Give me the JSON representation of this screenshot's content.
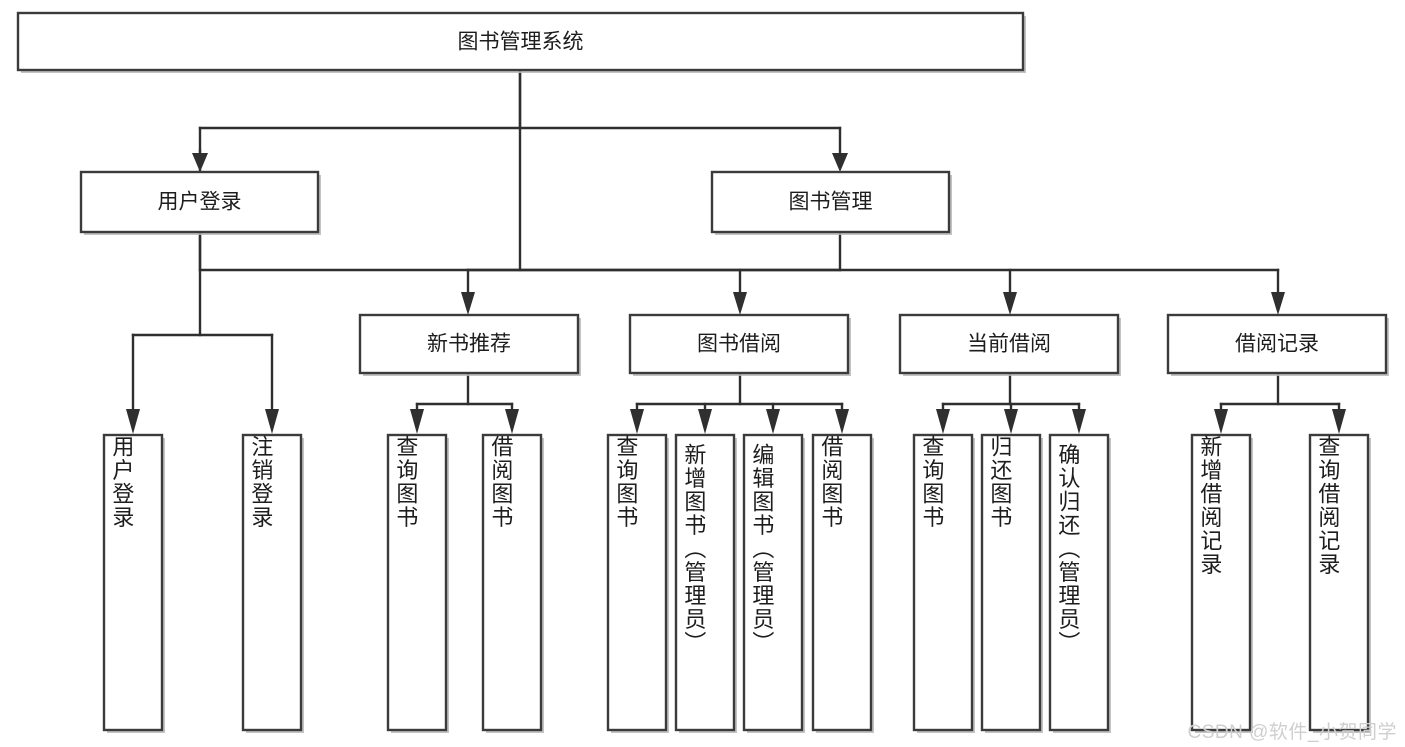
{
  "diagram": {
    "title": "图书管理系统",
    "type": "tree-hierarchy",
    "watermark": "CSDN @软件_小贺同学",
    "colors": {
      "background": "#ffffff",
      "box_fill": "#ffffff",
      "box_stroke": "#3b3b3b",
      "connector": "#2f2f2f",
      "text": "#1d1d1d",
      "watermark": "#cfcfcf"
    },
    "levels": [
      {
        "level": 0,
        "name": "root"
      },
      {
        "level": 1,
        "name": "modules"
      },
      {
        "level": 2,
        "name": "sub-modules"
      },
      {
        "level": 3,
        "name": "functions"
      }
    ],
    "nodes": {
      "root": {
        "label": "图书管理系统",
        "orientation": "horizontal"
      },
      "l1": [
        {
          "id": "user-login",
          "label": "用户登录",
          "orientation": "horizontal"
        },
        {
          "id": "book-manage",
          "label": "图书管理",
          "orientation": "horizontal"
        }
      ],
      "l2": [
        {
          "id": "new-book-recommend",
          "label": "新书推荐",
          "orientation": "horizontal",
          "parent": "book-manage"
        },
        {
          "id": "book-borrow",
          "label": "图书借阅",
          "orientation": "horizontal",
          "parent": "book-manage"
        },
        {
          "id": "current-borrow",
          "label": "当前借阅",
          "orientation": "horizontal",
          "parent": "book-manage"
        },
        {
          "id": "borrow-record",
          "label": "借阅记录",
          "orientation": "horizontal",
          "parent": "book-manage"
        }
      ],
      "leaves": [
        {
          "id": "leaf-user-login",
          "label": "用户登录",
          "orientation": "vertical",
          "parent": "user-login",
          "align": "middle"
        },
        {
          "id": "leaf-user-logout",
          "label": "注销登录",
          "orientation": "vertical",
          "parent": "user-login",
          "align": "middle"
        },
        {
          "id": "leaf-query-book-1",
          "label": "查询图书",
          "orientation": "vertical",
          "parent": "new-book-recommend",
          "align": "middle"
        },
        {
          "id": "leaf-borrow-book-1",
          "label": "借阅图书",
          "orientation": "vertical",
          "parent": "new-book-recommend",
          "align": "middle"
        },
        {
          "id": "leaf-query-book-2",
          "label": "查询图书",
          "orientation": "vertical",
          "parent": "book-borrow",
          "align": "middle"
        },
        {
          "id": "leaf-add-book-admin",
          "label": "新增图书（管理员）",
          "orientation": "vertical",
          "parent": "book-borrow",
          "align": "top"
        },
        {
          "id": "leaf-edit-book-admin",
          "label": "编辑图书（管理员）",
          "orientation": "vertical",
          "parent": "book-borrow",
          "align": "top"
        },
        {
          "id": "leaf-borrow-book-2",
          "label": "借阅图书",
          "orientation": "vertical",
          "parent": "book-borrow",
          "align": "middle"
        },
        {
          "id": "leaf-query-book-3",
          "label": "查询图书",
          "orientation": "vertical",
          "parent": "current-borrow",
          "align": "middle"
        },
        {
          "id": "leaf-return-book",
          "label": "归还图书",
          "orientation": "vertical",
          "parent": "current-borrow",
          "align": "middle"
        },
        {
          "id": "leaf-confirm-return-admin",
          "label": "确认归还（管理员）",
          "orientation": "vertical",
          "parent": "current-borrow",
          "align": "top"
        },
        {
          "id": "leaf-add-borrow-record",
          "label": "新增借阅记录",
          "orientation": "vertical",
          "parent": "borrow-record",
          "align": "middle"
        },
        {
          "id": "leaf-query-borrow-record",
          "label": "查询借阅记录",
          "orientation": "vertical",
          "parent": "borrow-record",
          "align": "middle"
        }
      ]
    }
  }
}
